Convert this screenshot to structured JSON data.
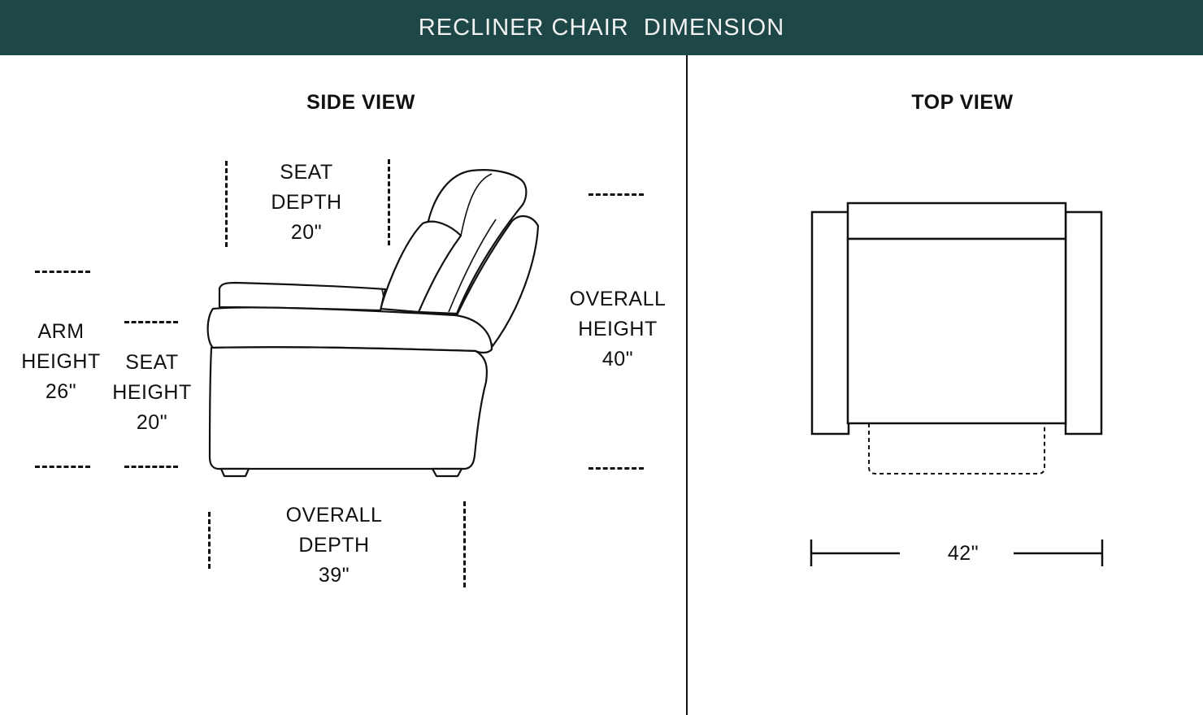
{
  "header": {
    "title": "RECLINER CHAIR  DIMENSION"
  },
  "side_view": {
    "title": "SIDE VIEW",
    "seat_depth": {
      "line1": "SEAT",
      "line2": "DEPTH",
      "value": "20\""
    },
    "arm_height": {
      "line1": "ARM",
      "line2": "HEIGHT",
      "value": "26\""
    },
    "seat_height": {
      "line1": "SEAT",
      "line2": "HEIGHT",
      "value": "20\""
    },
    "overall_height": {
      "line1": "OVERALL",
      "line2": "HEIGHT",
      "value": "40\""
    },
    "overall_depth": {
      "line1": "OVERALL",
      "line2": "DEPTH",
      "value": "39\""
    }
  },
  "top_view": {
    "title": "TOP VIEW",
    "width": {
      "value": "42\""
    }
  },
  "colors": {
    "header_bg": "#1e4748",
    "header_text": "#f2f2f2",
    "line": "#111111"
  }
}
